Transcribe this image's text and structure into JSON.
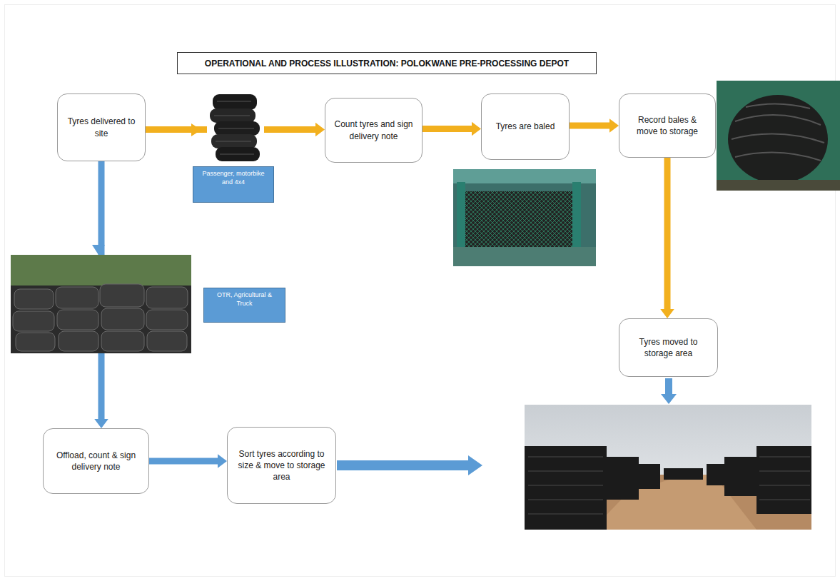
{
  "diagram": {
    "title": "OPERATIONAL AND PROCESS ILLUSTRATION: POLOKWANE PRE-PROCESSING DEPOT",
    "nodes": [
      {
        "text": [
          "Tyres delivered to site"
        ]
      },
      {
        "text": [
          "Passenger, motorbike and 4x4"
        ]
      },
      {
        "text": [
          "Count tyres and sign delivery note"
        ]
      },
      {
        "text": [
          "Tyres are baled"
        ]
      },
      {
        "text": [
          "Record bales & move to storage"
        ]
      },
      {
        "text": [
          "OTR, Agricultural & Truck"
        ]
      },
      {
        "text": [
          "Tyres moved to storage area"
        ]
      },
      {
        "text": [
          "Offload, count & sign delivery note"
        ]
      },
      {
        "text": [
          "Sort tyres according to size & move to storage area"
        ]
      }
    ],
    "edges": [
      {
        "from": 0,
        "to": 2,
        "arrow": "to"
      },
      {
        "from": 2,
        "to": 3,
        "arrow": "to"
      },
      {
        "from": 3,
        "to": 4,
        "arrow": "to"
      },
      {
        "from": 4,
        "to": 6,
        "arrow": "to"
      },
      {
        "from": 0,
        "to": 7,
        "arrow": "to"
      },
      {
        "from": 7,
        "to": 8,
        "arrow": "to"
      }
    ]
  }
}
